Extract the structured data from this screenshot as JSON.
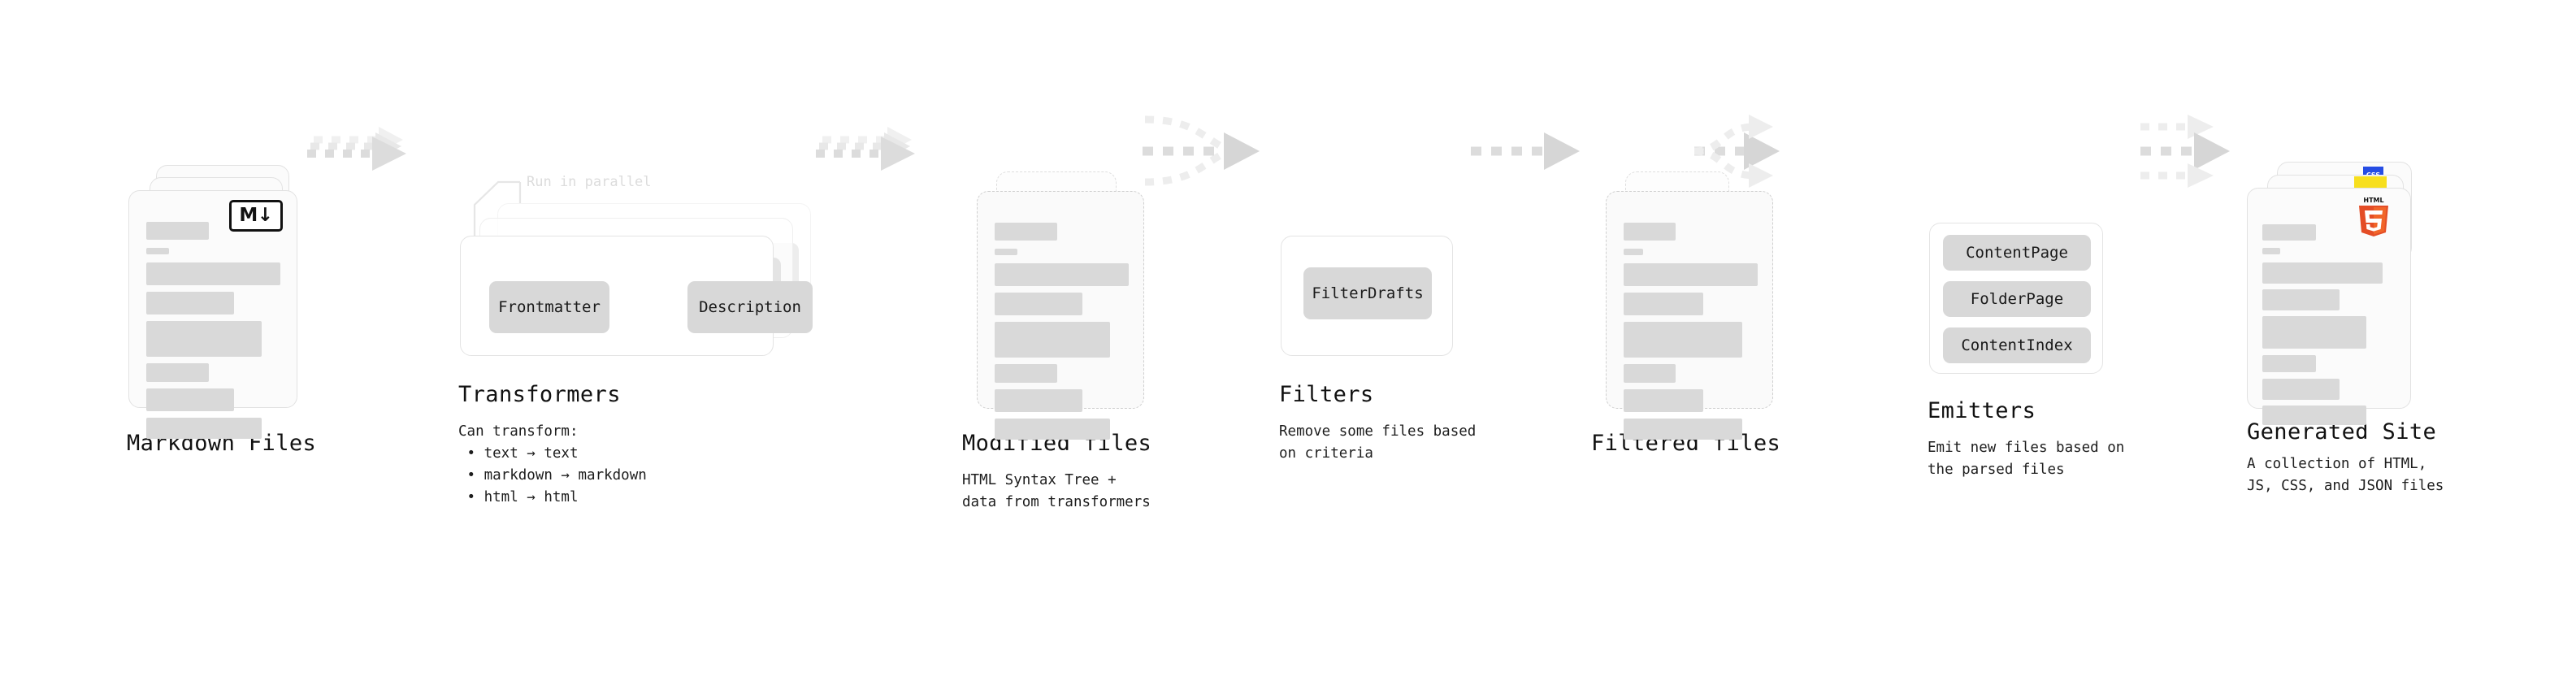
{
  "diagram": {
    "title_text_color": "#111111",
    "accent_colors": {
      "arrow": "#d6d6d6",
      "arrow_faint": "#ededed",
      "bar": "#d9d9d9",
      "chip": "#d8d8d8",
      "html5": "#e44d26",
      "css3": "#264de4",
      "js": "#f7df1e"
    },
    "stages": [
      {
        "id": "markdown-files",
        "title": "Markdown Files",
        "subtitle": "",
        "badge": "M↓",
        "badge_name": "markdown-badge"
      },
      {
        "id": "transformers",
        "title": "Transformers",
        "subtitle": "Can transform:\n • text → text\n • markdown → markdown\n • html → html",
        "note": "Run in parallel",
        "chips": [
          "Frontmatter",
          "Description"
        ]
      },
      {
        "id": "modified-files",
        "title": "Modified files",
        "subtitle": "HTML Syntax Tree +\ndata from transformers"
      },
      {
        "id": "filters",
        "title": "Filters",
        "subtitle": "Remove some files based\non criteria",
        "chips": [
          "FilterDrafts"
        ]
      },
      {
        "id": "filtered-files",
        "title": "Filtered files",
        "subtitle": ""
      },
      {
        "id": "emitters",
        "title": "Emitters",
        "subtitle": "Emit new files based on\nthe parsed files",
        "chips": [
          "ContentPage",
          "FolderPage",
          "ContentIndex"
        ]
      },
      {
        "id": "generated-site",
        "title": "Generated Site",
        "subtitle": "A collection of HTML,\nJS, CSS, and JSON files",
        "badges": [
          "HTML5",
          "JS",
          "CSS"
        ]
      }
    ],
    "html5_badge": {
      "word": "HTML",
      "digit": "5"
    },
    "css3_badge": {
      "word": "CSS"
    }
  }
}
